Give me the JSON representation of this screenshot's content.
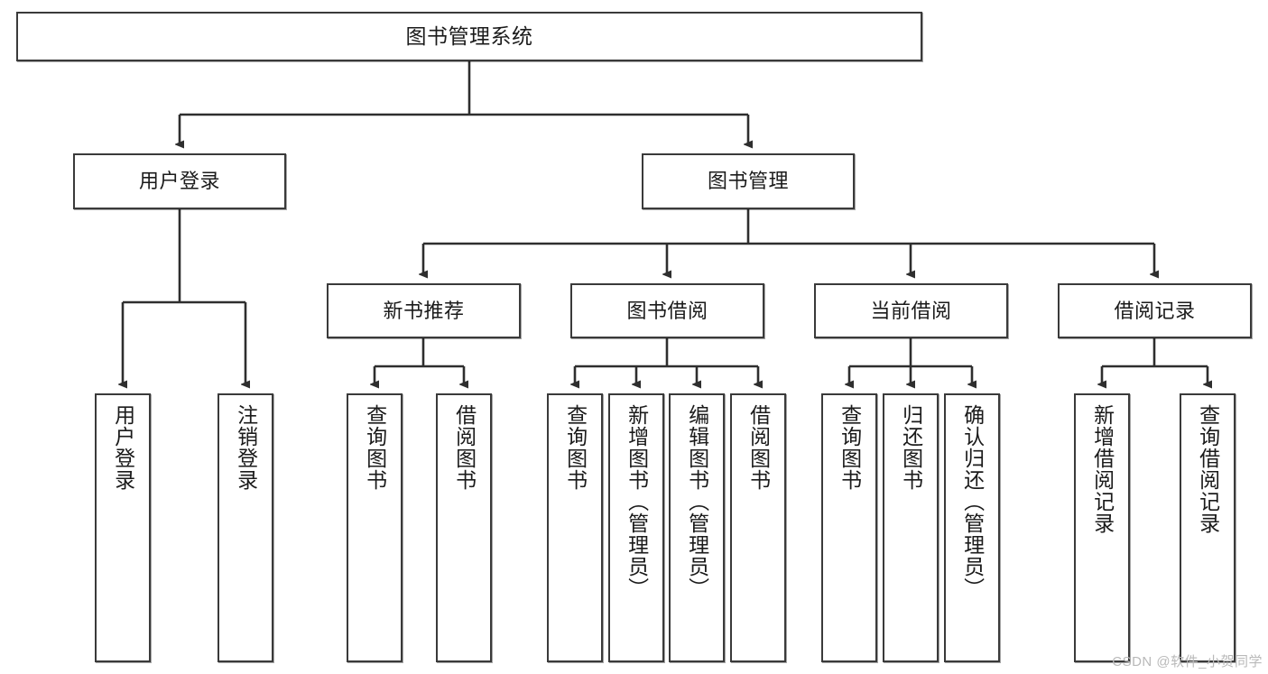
{
  "diagram": {
    "title": "图书管理系统",
    "type": "tree",
    "watermark": "CSDN @软件_小贺同学",
    "colors": {
      "box_border": "#3a3a3a",
      "box_fill": "#ffffff",
      "edge": "#2e2e2e",
      "text": "#1b1b1b",
      "watermark": "#b9b9b9"
    },
    "nodes": {
      "root": {
        "label": "图书管理系统"
      },
      "level2": [
        {
          "id": "user-login",
          "label": "用户登录"
        },
        {
          "id": "book-management",
          "label": "图书管理"
        }
      ],
      "level3": [
        {
          "id": "new-book-recommend",
          "label": "新书推荐"
        },
        {
          "id": "book-borrow",
          "label": "图书借阅"
        },
        {
          "id": "current-borrow",
          "label": "当前借阅"
        },
        {
          "id": "borrow-record",
          "label": "借阅记录"
        }
      ],
      "leaves": {
        "user_login": [
          {
            "id": "leaf-user-login",
            "label": "用户登录"
          },
          {
            "id": "leaf-logout-login",
            "label": "注销登录"
          }
        ],
        "new_book_recommend": [
          {
            "id": "leaf-query-book-1",
            "label": "查询图书"
          },
          {
            "id": "leaf-borrow-book-1",
            "label": "借阅图书"
          }
        ],
        "book_borrow": [
          {
            "id": "leaf-query-book-2",
            "label": "查询图书"
          },
          {
            "id": "leaf-add-book-admin",
            "label": "新增图书（管理员）"
          },
          {
            "id": "leaf-edit-book-admin",
            "label": "编辑图书（管理员）"
          },
          {
            "id": "leaf-borrow-book-2",
            "label": "借阅图书"
          }
        ],
        "current_borrow": [
          {
            "id": "leaf-query-book-3",
            "label": "查询图书"
          },
          {
            "id": "leaf-return-book",
            "label": "归还图书"
          },
          {
            "id": "leaf-confirm-return-admin",
            "label": "确认归还（管理员）"
          }
        ],
        "borrow_record": [
          {
            "id": "leaf-add-borrow-record",
            "label": "新增借阅记录"
          },
          {
            "id": "leaf-query-borrow-record",
            "label": "查询借阅记录"
          }
        ]
      }
    }
  }
}
